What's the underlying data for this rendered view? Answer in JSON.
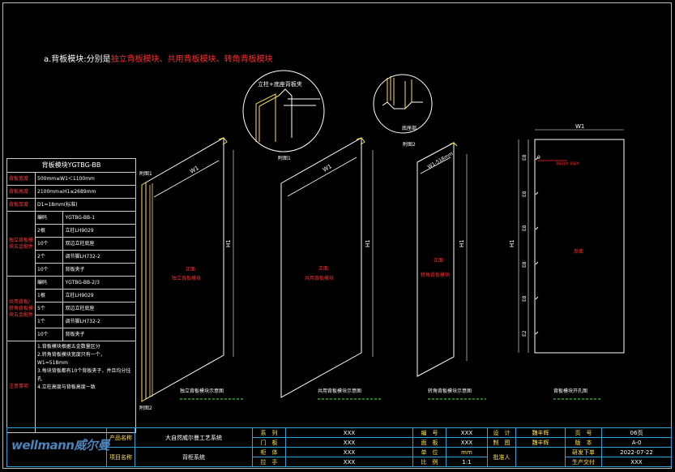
{
  "heading": {
    "prefix": "a.背板模块:分别是",
    "items": "独立背板模块、共用背板模块、转角背板模块"
  },
  "views": {
    "detail1_label": "立柱+底座背板夹",
    "detail1_caption": "附图1",
    "detail2_label": "底座部",
    "detail2_caption": "附图2",
    "callout1": "附图1",
    "callout2": "附图2",
    "panel1_front": "正面",
    "panel1_name": "独立背板模块",
    "panel1_caption": "独立背板模块示意图",
    "panel2_front": "正面",
    "panel2_name": "共用背板模块",
    "panel2_caption": "共用背板模块示意图",
    "panel3_front": "正面",
    "panel3_name": "转角背板模块",
    "panel3_caption": "转角背板模块示意图",
    "panel3_dim": "W1-518mm",
    "panel4_back": "反面",
    "panel4_caption": "背板模块开孔图",
    "panel4_note": "背板挂件 背板件",
    "dim_w": "W1",
    "dim_h": "H1",
    "dim_e": "E8",
    "dim_e2": "E2",
    "dim_9": "9"
  },
  "spec": {
    "title": "背板模块YGTBG-BB",
    "rows": [
      {
        "key": "背板宽度",
        "value": "500mm≤W1＜1100mm"
      },
      {
        "key": "背板高度",
        "value": "2100mm≤H1≤2689mm"
      },
      {
        "key": "背板厚度",
        "value": "D1=18mm(标准)"
      }
    ],
    "group1_key": "独立背板模块五金配件",
    "group1": [
      {
        "qty": "编码",
        "item": "YGTBG-BB-1"
      },
      {
        "qty": "2根",
        "item": "立柱LH9029"
      },
      {
        "qty": "10个",
        "item": "双边立柱底座"
      },
      {
        "qty": "2个",
        "item": "调节脚LH732-2"
      },
      {
        "qty": "10个",
        "item": "背板夹子"
      }
    ],
    "group2_key": "共用背板/转角背板模块五金配件",
    "group2": [
      {
        "qty": "编码",
        "item": "YGTBG-BB-2/3"
      },
      {
        "qty": "1根",
        "item": "立柱LH9029"
      },
      {
        "qty": "5个",
        "item": "双边立柱底座"
      },
      {
        "qty": "1个",
        "item": "调节脚LH732-2"
      },
      {
        "qty": "10个",
        "item": "背板夹子"
      }
    ],
    "notes_key": "注意事项",
    "notes": "1.背板模块根据五金数量区分\n2.转角背板模块宽度只有一个，W1=518mm\n3.每块背板都有10个背板夹子，并且均分挂孔\n4.立柱高度与背板高度一致"
  },
  "titleblock": {
    "product_label": "产品名称",
    "product_value": "大自然威尔曼工艺系统",
    "project_label": "项目名称",
    "project_value": "背柜系统",
    "l1": "系　列",
    "l2": "门　板",
    "l3": "柜　体",
    "l4": "拉　手",
    "v1": "XXX",
    "v2": "XXX",
    "v3": "XXX",
    "v4": "XXX",
    "m1": "编　号",
    "m2": "面　板",
    "m3": "单　位",
    "m4": "比　例",
    "mv1": "XXX",
    "mv2": "XXX",
    "mv3": "mm",
    "mv4": "1:1",
    "d1": "设　计",
    "d2": "制　图",
    "d3": "批准人",
    "dv1": "魏丰辉",
    "dv2": "魏丰辉",
    "r1": "页　号",
    "r2": "版　本",
    "r3": "研发下单",
    "r4": "生产交付",
    "rv1": "06页",
    "rv2": "A-0",
    "rv3": "2022-07-22",
    "rv4": "XXX"
  },
  "logo": {
    "text": "wellmann威尔曼"
  },
  "colors": {
    "line": "#ffffff",
    "accent": "#ff2b2b",
    "yellow": "#ffe14a",
    "green": "#39ff39",
    "blue": "#2fa3d8"
  }
}
